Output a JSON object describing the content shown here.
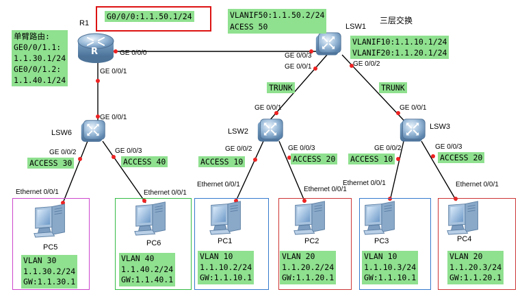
{
  "r1": {
    "name": "R1",
    "interface_note": "G0/0/0:1.1.50.1/24",
    "subif_title": "单臂路由:",
    "subif_1": "GE0/0/1.1:",
    "subif_1_ip": "1.1.30.1/24",
    "subif_2": "GE0/0/1.2:",
    "subif_2_ip": "1.1.40.1/24"
  },
  "lsw1": {
    "name": "LSW1",
    "l3_label": "三层交换",
    "vlanif50": "VLANIF50:1.1.50.2/24",
    "access": "ACESS 50",
    "vlanif10": "VLANIF10:1.1.10.1/24",
    "vlanif20": "VLANIF20:1.1.20.1/24"
  },
  "lsw2": {
    "name": "LSW2"
  },
  "lsw3": {
    "name": "LSW3"
  },
  "lsw6": {
    "name": "LSW6"
  },
  "ports": {
    "r1_ge000": "GE 0/0/0",
    "r1_ge001": "GE 0/0/1",
    "lsw1_ge003": "GE 0/0/3",
    "lsw1_ge001": "GE 0/0/1",
    "lsw1_ge002": "GE 0/0/2",
    "lsw6_ge001": "GE 0/0/1",
    "lsw6_ge002": "GE 0/0/2",
    "lsw6_ge003": "GE 0/0/3",
    "lsw2_ge001": "GE 0/0/1",
    "lsw2_ge002": "GE 0/0/2",
    "lsw2_ge003": "GE 0/0/3",
    "lsw3_ge001": "GE 0/0/1",
    "lsw3_ge002": "GE 0/0/2",
    "lsw3_ge003": "GE 0/0/3",
    "eth": "Ethernet 0/0/1"
  },
  "trunk_left": "TRUNK",
  "trunk_right": "TRUNK",
  "access": {
    "lsw6_left": "ACCESS 30",
    "lsw6_right": "ACCESS 40",
    "lsw2_left": "ACCESS 10",
    "lsw2_right": "ACCESS 20",
    "lsw3_left": "ACCESS 10",
    "lsw3_right": "ACCESS 20"
  },
  "pcs": [
    {
      "name": "PC5",
      "vlan": "VLAN 30",
      "ip": "1.1.30.2/24",
      "gw": "GW:1.1.30.1",
      "frame_color": "#cc44cc"
    },
    {
      "name": "PC6",
      "vlan": "VLAN 40",
      "ip": "1.1.40.2/24",
      "gw": "GW:1.1.40.1",
      "frame_color": "#33bb44"
    },
    {
      "name": "PC1",
      "vlan": "VLAN 10",
      "ip": "1.1.10.2/24",
      "gw": "GW:1.1.10.1",
      "frame_color": "#3377cc"
    },
    {
      "name": "PC2",
      "vlan": "VLAN 20",
      "ip": "1.1.20.2/24",
      "gw": "GW:1.1.20.1",
      "frame_color": "#cc3333"
    },
    {
      "name": "PC3",
      "vlan": "VLAN 10",
      "ip": "1.1.10.3/24",
      "gw": "GW:1.1.10.1",
      "frame_color": "#3377cc"
    },
    {
      "name": "PC4",
      "vlan": "VLAN 20",
      "ip": "1.1.20.3/24",
      "gw": "GW:1.1.20.1",
      "frame_color": "#cc3333"
    }
  ],
  "colors": {
    "link": "#000000",
    "port_dot": "#ee2222",
    "label_bg": "#8fe08f",
    "highlight_frame": "#dd1111"
  }
}
